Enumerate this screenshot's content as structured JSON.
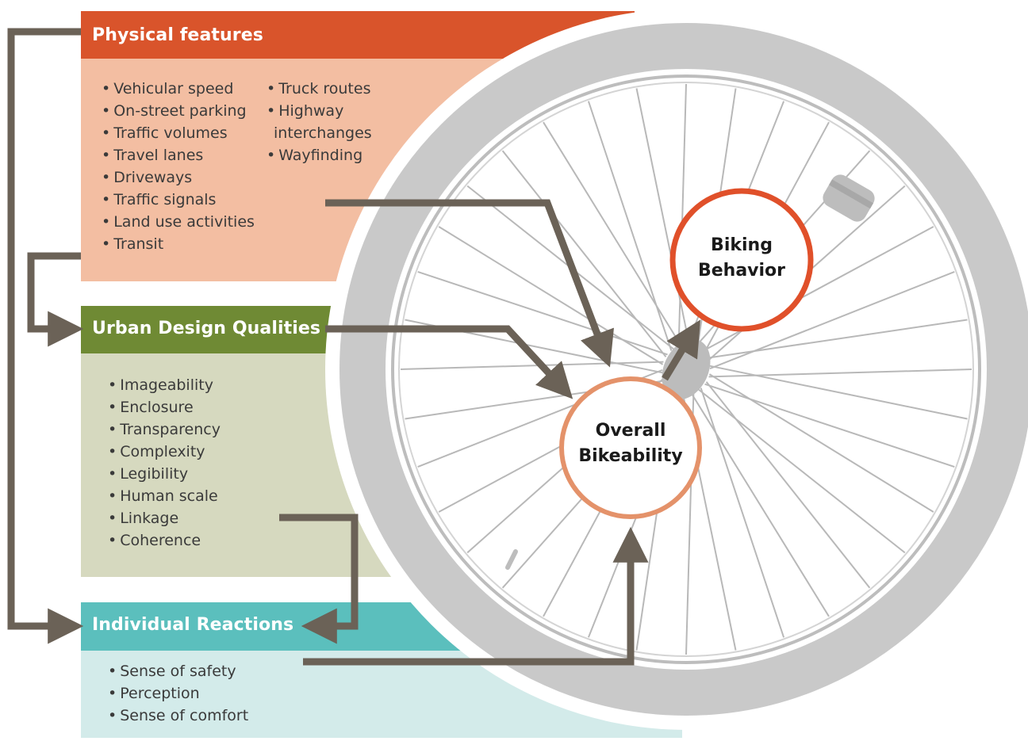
{
  "colors": {
    "physical_header": "#d9542b",
    "physical_body": "#f3bea2",
    "urban_header": "#6f8a34",
    "urban_body": "#d6d9bf",
    "individual_header": "#5bbfbd",
    "individual_body": "#d3ebea",
    "arrow": "#6b6257",
    "tire": "#c9c9c9",
    "spokes": "#b5b5b5",
    "biking_ring": "#e0502a",
    "bikeability_ring": "#e4926a"
  },
  "physical_features": {
    "title": "Physical features",
    "items_left": [
      "Vehicular speed",
      "On-street parking",
      "Traffic volumes",
      "Travel lanes",
      "Driveways",
      "Traffic signals",
      "Land use activities",
      "Transit"
    ],
    "items_right": [
      "Truck routes",
      "Highway",
      "Wayfinding"
    ],
    "items_right_continuation": "interchanges"
  },
  "urban_design_qualities": {
    "title": "Urban Design Qualities",
    "items": [
      "Imageability",
      "Enclosure",
      "Transparency",
      "Complexity",
      "Legibility",
      "Human scale",
      "Linkage",
      "Coherence"
    ]
  },
  "individual_reactions": {
    "title": "Individual Reactions",
    "items": [
      "Sense of safety",
      "Perception",
      "Sense of comfort"
    ]
  },
  "overall_bikeability": {
    "line1": "Overall",
    "line2": "Bikeability"
  },
  "biking_behavior": {
    "line1": "Biking",
    "line2": "Behavior"
  }
}
